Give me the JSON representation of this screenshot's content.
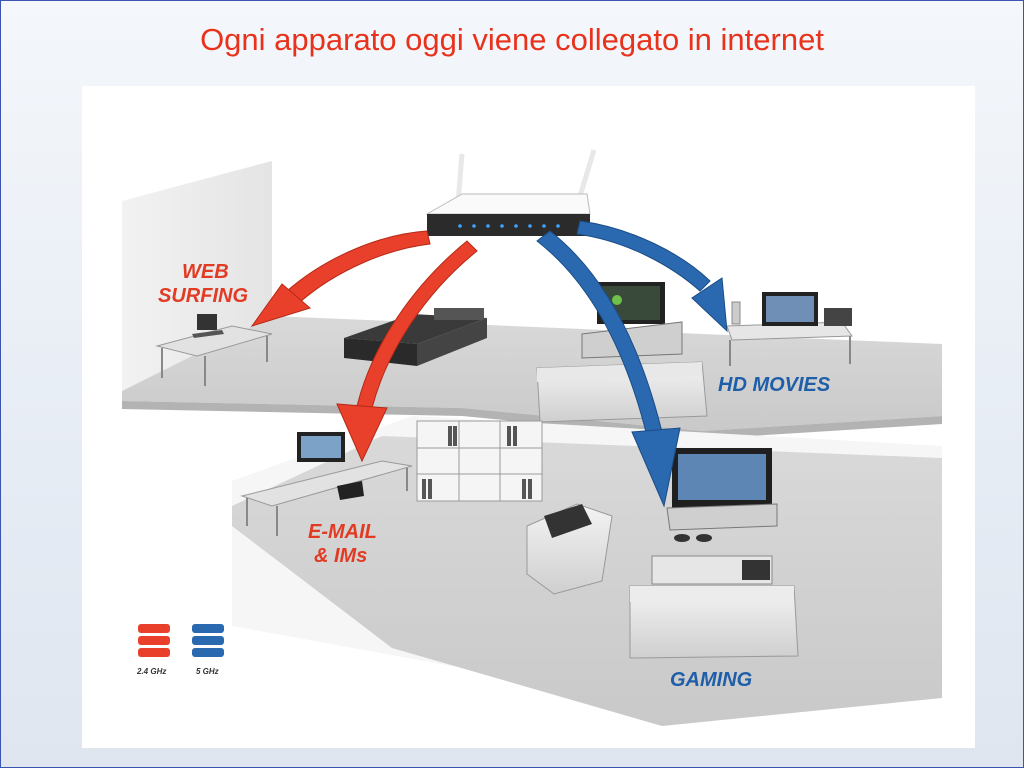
{
  "slide": {
    "title": "Ogni apparato oggi viene collegato in internet"
  },
  "diagram": {
    "labels": {
      "web_surfing_line1": "WEB",
      "web_surfing_line2": "SURFING",
      "hd_movies": "HD MOVIES",
      "email_line1": "E-MAIL",
      "email_line2": "& IMs",
      "gaming": "GAMING"
    },
    "legend": [
      {
        "label": "2.4 GHz",
        "color": "#e8402a"
      },
      {
        "label": "5 GHz",
        "color": "#2a68b0"
      }
    ],
    "colors": {
      "band_24": "#e8402a",
      "band_5": "#2a68b0",
      "label_red": "#e23b24",
      "label_blue": "#1f5ea8"
    },
    "icons": [
      "wireless-router-icon",
      "laptop-icon",
      "bed-icon",
      "tv-icon",
      "sofa-icon",
      "desk-computer-icon",
      "bookshelf-icon",
      "game-console-icon"
    ]
  }
}
